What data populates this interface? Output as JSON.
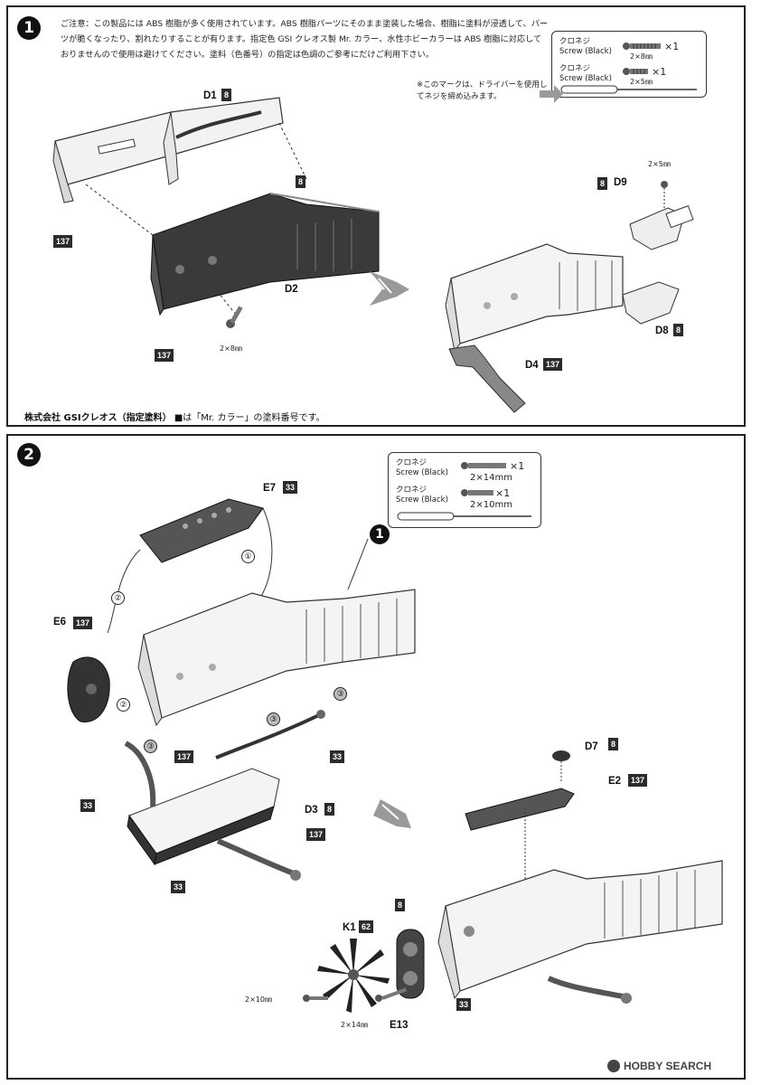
{
  "step1": {
    "number": "1",
    "notice": "ご注意：この製品には ABS 樹脂が多く使用されています。ABS 樹脂パーツにそのまま塗装した場合、樹脂に塗料が浸透して、パーツが脆くなったり、割れたりすることが有ります。指定色 GSI クレオス製 Mr. カラー、水性ホビーカラーは ABS 樹脂に対応しておりませんので使用は避けてください。塗料（色番号）の指定は色調のご参考にだけご利用下さい。",
    "screws": [
      {
        "name_jp": "クロネジ",
        "name_en": "Screw (Black)",
        "size": "2×8㎜",
        "qty": "×1"
      },
      {
        "name_jp": "クロネジ",
        "name_en": "Screw (Black)",
        "size": "2×5㎜",
        "qty": "×1"
      }
    ],
    "driver_note": "※このマークは、ドライバーを使用してネジを締め込みます。",
    "labels": {
      "d1": "D1",
      "d1_color": "8",
      "part_8a": "8",
      "d2": "D2",
      "c137_left": "137",
      "c137_bottom": "137",
      "screw_dim": "2×8㎜",
      "screw_dim2": "2×5㎜",
      "d9": "D9",
      "d9_color": "8",
      "d8": "D8",
      "d8_color": "8",
      "d4": "D4",
      "d4_color": "137"
    },
    "footer_company": "株式会社 GSIクレオス（指定塗料）",
    "footer_note": "■は「Mr. カラー」の塗料番号です。"
  },
  "step2": {
    "number": "2",
    "screws": [
      {
        "name_jp": "クロネジ",
        "name_en": "Screw (Black)",
        "size": "2×14mm",
        "qty": "×1"
      },
      {
        "name_jp": "クロネジ",
        "name_en": "Screw (Black)",
        "size": "2×10mm",
        "qty": "×1"
      }
    ],
    "labels": {
      "e7": "E7",
      "e7_color": "33",
      "e6": "E6",
      "e6_color": "137",
      "c137_mid": "137",
      "c33_left": "33",
      "d3": "D3",
      "d3_color": "8",
      "c137_d3": "137",
      "c33_bottom": "33",
      "c33_cable": "33",
      "d7": "D7",
      "d7_color": "8",
      "e2": "E2",
      "e2_color": "137",
      "k1": "K1",
      "k1_color": "62",
      "part_8b": "8",
      "e13": "E13",
      "c33_e13": "33",
      "dim_10": "2×10㎜",
      "dim_14": "2×14㎜",
      "callout_1": "①",
      "callout_2": "②",
      "callout_3": "③",
      "step_ref": "1"
    }
  },
  "watermark": "HOBBY SEARCH",
  "colors": {
    "dark_part": "#3a3a3a",
    "light_part": "#e8e8e8",
    "color_box": "#2b2b2b"
  }
}
